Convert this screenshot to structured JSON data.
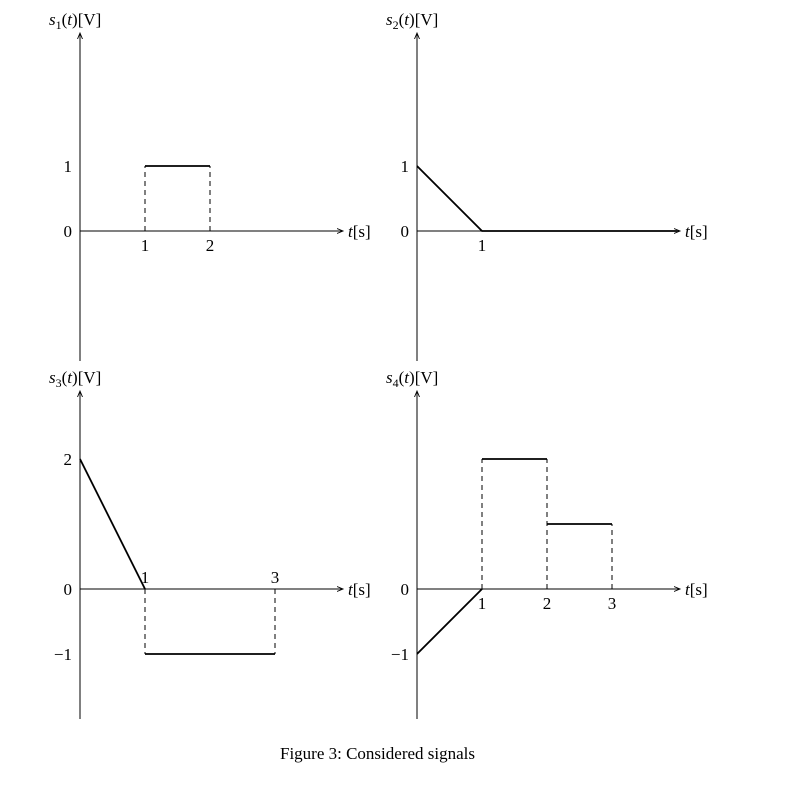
{
  "caption": "Figure 3: Considered signals",
  "chart_data": [
    {
      "type": "line",
      "ylabel": "s1(t)[V]",
      "xlabel": "t[s]",
      "xlim": [
        0,
        4
      ],
      "ylim": [
        -2,
        3
      ],
      "y_ticks": [
        "0",
        "1"
      ],
      "y_tick_values": [
        0,
        1
      ],
      "x_ticks": [
        "1",
        "2"
      ],
      "x_tick_values": [
        1,
        2
      ],
      "x_tick_pos": "below",
      "series": [
        {
          "x": [
            1,
            2
          ],
          "y": [
            1,
            1
          ]
        }
      ],
      "dashed": [
        {
          "x": [
            1,
            1
          ],
          "y": [
            0,
            1
          ]
        },
        {
          "x": [
            2,
            2
          ],
          "y": [
            0,
            1
          ]
        }
      ]
    },
    {
      "type": "line",
      "ylabel": "s2(t)[V]",
      "xlabel": "t[s]",
      "xlim": [
        0,
        4
      ],
      "ylim": [
        -2,
        3
      ],
      "y_ticks": [
        "0",
        "1"
      ],
      "y_tick_values": [
        0,
        1
      ],
      "x_ticks": [
        "1"
      ],
      "x_tick_values": [
        1
      ],
      "x_tick_pos": "below",
      "series": [
        {
          "x": [
            0,
            1,
            4
          ],
          "y": [
            1,
            0,
            0
          ]
        }
      ],
      "dashed": []
    },
    {
      "type": "line",
      "ylabel": "s3(t)[V]",
      "xlabel": "t[s]",
      "xlim": [
        0,
        4
      ],
      "ylim": [
        -2,
        3
      ],
      "y_ticks": [
        "2",
        "0",
        "−1"
      ],
      "y_tick_values": [
        2,
        0,
        -1
      ],
      "x_ticks": [
        "1",
        "3"
      ],
      "x_tick_values": [
        1,
        3
      ],
      "x_tick_pos": "above",
      "series": [
        {
          "x": [
            0,
            1
          ],
          "y": [
            2,
            0
          ]
        },
        {
          "x": [
            1,
            3
          ],
          "y": [
            -1,
            -1
          ]
        }
      ],
      "dashed": [
        {
          "x": [
            1,
            1
          ],
          "y": [
            0,
            -1
          ]
        },
        {
          "x": [
            3,
            3
          ],
          "y": [
            0,
            -1
          ]
        }
      ]
    },
    {
      "type": "line",
      "ylabel": "s4(t)[V]",
      "xlabel": "t[s]",
      "xlim": [
        0,
        4
      ],
      "ylim": [
        -2,
        3
      ],
      "y_ticks": [
        "0",
        "−1"
      ],
      "y_tick_values": [
        0,
        -1
      ],
      "x_ticks": [
        "1",
        "2",
        "3"
      ],
      "x_tick_values": [
        1,
        2,
        3
      ],
      "x_tick_pos": "below",
      "series": [
        {
          "x": [
            0,
            1
          ],
          "y": [
            -1,
            0
          ]
        },
        {
          "x": [
            1,
            2
          ],
          "y": [
            2,
            2
          ]
        },
        {
          "x": [
            2,
            3
          ],
          "y": [
            1,
            1
          ]
        }
      ],
      "dashed": [
        {
          "x": [
            1,
            1
          ],
          "y": [
            0,
            2
          ]
        },
        {
          "x": [
            2,
            2
          ],
          "y": [
            0,
            2
          ]
        },
        {
          "x": [
            3,
            3
          ],
          "y": [
            0,
            1
          ]
        }
      ]
    }
  ]
}
